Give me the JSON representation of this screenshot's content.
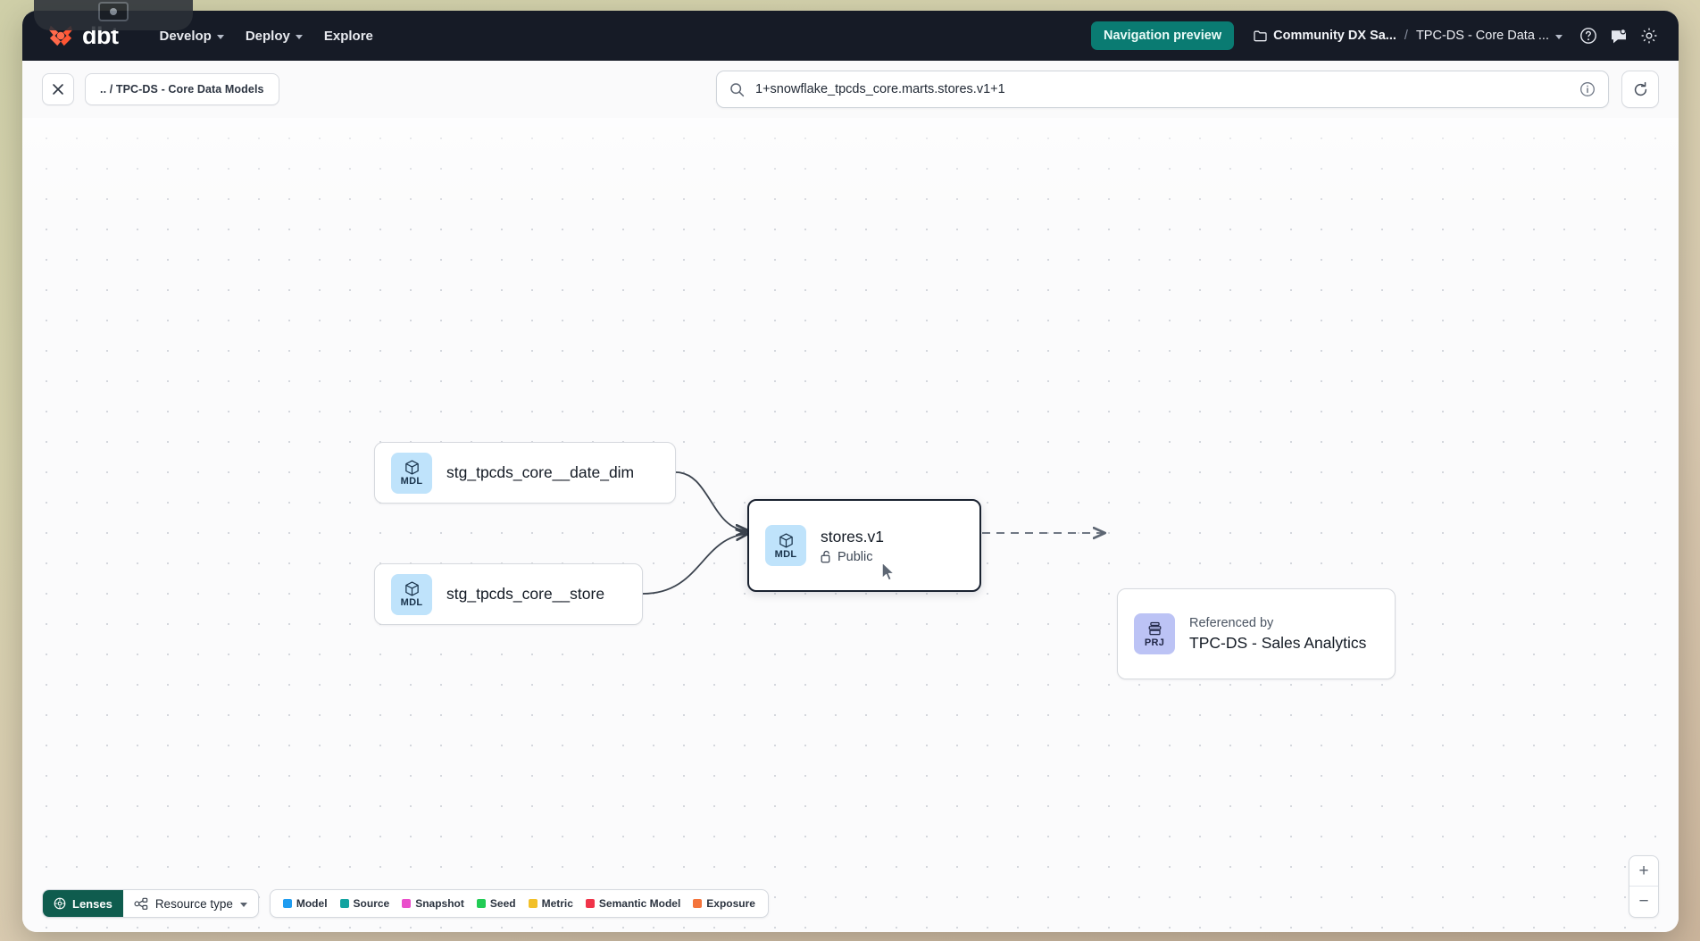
{
  "topnav": {
    "logo_text": "dbt",
    "items": [
      {
        "label": "Develop",
        "has_caret": true
      },
      {
        "label": "Deploy",
        "has_caret": true
      },
      {
        "label": "Explore",
        "has_caret": false
      }
    ],
    "nav_preview_label": "Navigation preview",
    "account_crumb": "Community DX Sa...",
    "separator": "/",
    "project_crumb": "TPC-DS - Core Data ...",
    "help_icon": "help-circle-icon",
    "feedback_icon": "chat-feedback-icon",
    "settings_icon": "gear-icon",
    "accent_color": "#0a7b72",
    "bg_color": "#161b26"
  },
  "toolbar": {
    "close_icon": "close-icon",
    "breadcrumb_chip": ".. / TPC-DS - Core Data Models",
    "search": {
      "icon": "search-icon",
      "value": "1+snowflake_tpcds_core.marts.stores.v1+1",
      "placeholder": "Search lineage",
      "info_icon": "info-circle-icon"
    },
    "refresh_icon": "refresh-icon"
  },
  "graph": {
    "nodes": [
      {
        "id": "stg_date_dim",
        "badge_type": "MDL",
        "badge_icon": "cube-icon",
        "title": "stg_tpcds_core__date_dim",
        "subtitle": "",
        "selected": false
      },
      {
        "id": "stg_store",
        "badge_type": "MDL",
        "badge_icon": "cube-icon",
        "title": "stg_tpcds_core__store",
        "subtitle": "",
        "selected": false
      },
      {
        "id": "stores_v1",
        "badge_type": "MDL",
        "badge_icon": "cube-icon",
        "title": "stores.v1",
        "subtitle": "Public",
        "subtitle_icon": "unlock-icon",
        "selected": true
      },
      {
        "id": "referenced_by",
        "badge_type": "PRJ",
        "badge_icon": "project-stack-icon",
        "pretitle": "Referenced by",
        "title": "TPC-DS - Sales Analytics",
        "selected": false
      }
    ],
    "edges": [
      {
        "from": "stg_date_dim",
        "to": "stores_v1",
        "style": "solid"
      },
      {
        "from": "stg_store",
        "to": "stores_v1",
        "style": "solid"
      },
      {
        "from": "stores_v1",
        "to": "referenced_by",
        "style": "dashed"
      }
    ]
  },
  "bottombar": {
    "lenses_label": "Lenses",
    "lenses_icon": "lens-icon",
    "resource_type_label": "Resource type",
    "resource_type_icon": "nodes-icon",
    "resource_type_caret": "chevron-down-icon",
    "legend": [
      {
        "label": "Model",
        "color": "#1f9cf0"
      },
      {
        "label": "Source",
        "color": "#12a3a0"
      },
      {
        "label": "Snapshot",
        "color": "#ea4ecb"
      },
      {
        "label": "Seed",
        "color": "#22cc55"
      },
      {
        "label": "Metric",
        "color": "#f2c029"
      },
      {
        "label": "Semantic Model",
        "color": "#f03449"
      },
      {
        "label": "Exposure",
        "color": "#f4743b"
      }
    ]
  },
  "zoom_controls": {
    "zoom_in_label": "+",
    "zoom_out_label": "−"
  }
}
